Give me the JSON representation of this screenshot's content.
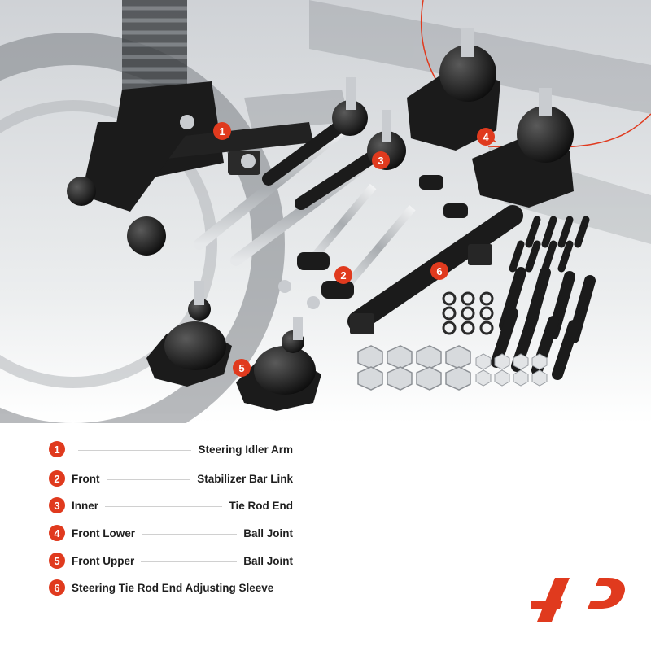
{
  "legend": [
    {
      "num": "1",
      "left": "",
      "right": "Steering Idler Arm"
    },
    {
      "num": "2",
      "left": "Front",
      "right": "Stabilizer Bar Link"
    },
    {
      "num": "3",
      "left": "Inner",
      "right": "Tie Rod End"
    },
    {
      "num": "4",
      "left": "Front Lower",
      "right": "Ball Joint"
    },
    {
      "num": "5",
      "left": "Front Upper",
      "right": "Ball Joint"
    },
    {
      "num": "6",
      "left": "",
      "right": "Steering Tie Rod End Adjusting Sleeve"
    }
  ],
  "callouts": [
    "1",
    "2",
    "3",
    "4",
    "5",
    "6"
  ],
  "colors": {
    "accent": "#e03a1e",
    "part": "#1b1b1b",
    "steel": "#c9ccd0",
    "background": "#ffffff"
  },
  "icons": [
    "brand-logo-icon"
  ]
}
